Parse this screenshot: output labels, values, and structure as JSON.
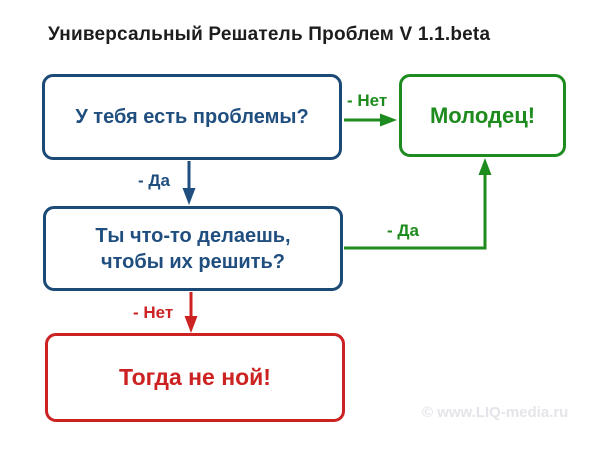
{
  "title": "Универсальный Решатель Проблем V 1.1.beta",
  "watermark": "© www.LIQ-media.ru",
  "colors": {
    "blue_border": "#1c4a77",
    "blue_text": "#1f4e7f",
    "green": "#1e8b1e",
    "red": "#cc2222",
    "title_text": "#1d1d1d",
    "watermark_text": "#e4e4ea",
    "background": "#ffffff"
  },
  "nodes": {
    "q1": {
      "label": "У тебя есть проблемы?"
    },
    "praise": {
      "label": "Молодец!"
    },
    "q2": {
      "line1": "Ты что-то делаешь,",
      "line2": "чтобы их решить?"
    },
    "result": {
      "label": "Тогда не ной!"
    }
  },
  "edges": {
    "q1_no": {
      "label": "- Нет",
      "from": "q1",
      "to": "praise"
    },
    "q1_yes": {
      "label": "- Да",
      "from": "q1",
      "to": "q2"
    },
    "q2_yes": {
      "label": "- Да",
      "from": "q2",
      "to": "praise"
    },
    "q2_no": {
      "label": "- Нет",
      "from": "q2",
      "to": "result"
    }
  }
}
